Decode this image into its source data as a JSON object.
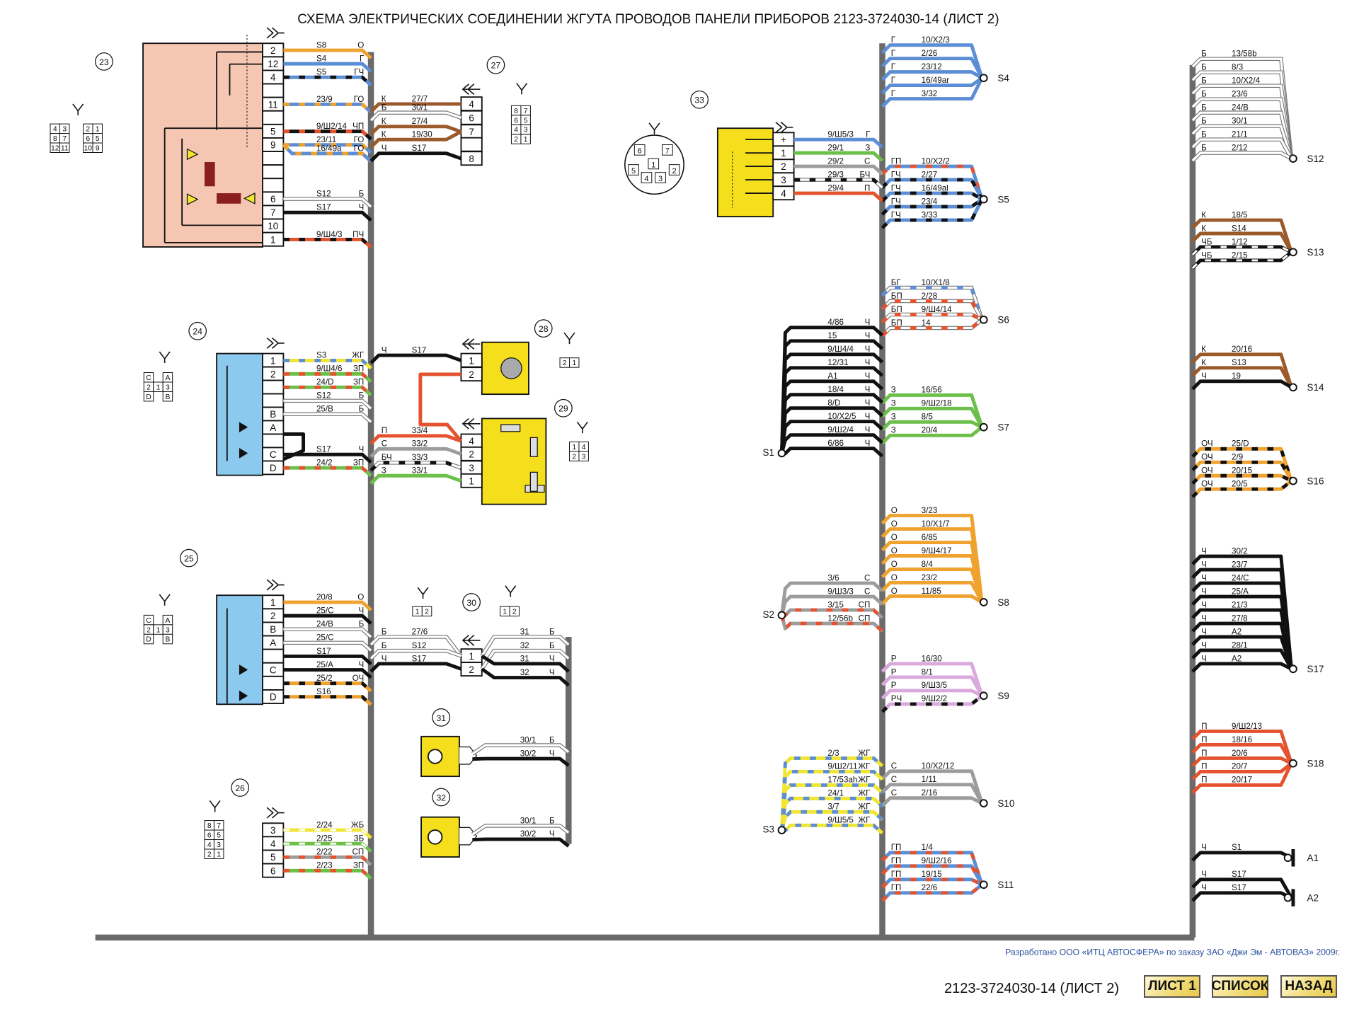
{
  "title": "СХЕМА ЭЛЕКТРИЧЕСКИХ СОЕДИНЕНИИ ЖГУТА ПРОВОДОВ ПАНЕЛИ ПРИБОРОВ  2123-3724030-14 (ЛИСТ 2)",
  "credit": "Разработано ООО «ИТЦ АВТОСФЕРА» по заказу ЗАО «Джи Эм - АВТОВАЗ» 2009г.",
  "sheet_label": "2123-3724030-14 (ЛИСТ 2)",
  "nav": {
    "sheet1": "ЛИСТ 1",
    "list": "СПИСОК",
    "back": "НАЗАД"
  },
  "wire_colors": {
    "О": "#f0a22e",
    "Г": "#5b8ed4",
    "Ч": "#111111",
    "Б": "#ffffff",
    "К": "#9a5a2a",
    "З": "#6cc04a",
    "С": "#9c9c9c",
    "П": "#e4522e",
    "Ж": "#f2e531",
    "Р": "#d9a9dc"
  },
  "component_colors": {
    "c23": "#f5c6b2",
    "c24": "#8cc9ee",
    "yellow": "#f5df1c"
  },
  "splices_mid_right": [
    {
      "name": "S4",
      "wires": [
        {
          "code": "Г",
          "label": "10/X2/3"
        },
        {
          "code": "Г",
          "label": "2/26"
        },
        {
          "code": "Г",
          "label": "23/12"
        },
        {
          "code": "Г",
          "label": "16/49ar"
        },
        {
          "code": "Г",
          "label": "3/32"
        }
      ]
    },
    {
      "name": "S5",
      "wires": [
        {
          "code": "ГП",
          "label": "10/X2/2"
        },
        {
          "code": "ГЧ",
          "label": "2/27"
        },
        {
          "code": "ГЧ",
          "label": "16/49al"
        },
        {
          "code": "ГЧ",
          "label": "23/4"
        },
        {
          "code": "ГЧ",
          "label": "3/33"
        }
      ]
    },
    {
      "name": "S6",
      "wires": [
        {
          "code": "БГ",
          "label": "10/X1/8"
        },
        {
          "code": "БП",
          "label": "2/28"
        },
        {
          "code": "БП",
          "label": "9/Ш4/14"
        },
        {
          "code": "БП",
          "label": "14"
        }
      ]
    },
    {
      "name": "S7",
      "wires": [
        {
          "code": "З",
          "label": "16/56"
        },
        {
          "code": "З",
          "label": "9/Ш2/18"
        },
        {
          "code": "З",
          "label": "8/5"
        },
        {
          "code": "З",
          "label": "20/4"
        }
      ]
    },
    {
      "name": "S8",
      "wires": [
        {
          "code": "О",
          "label": "3/23"
        },
        {
          "code": "О",
          "label": "10/X1/7"
        },
        {
          "code": "О",
          "label": "6/85"
        },
        {
          "code": "О",
          "label": "9/Ш4/17"
        },
        {
          "code": "О",
          "label": "8/4"
        },
        {
          "code": "О",
          "label": "23/2"
        },
        {
          "code": "О",
          "label": "11/85"
        }
      ]
    },
    {
      "name": "S9",
      "wires": [
        {
          "code": "Р",
          "label": "16/30"
        },
        {
          "code": "Р",
          "label": "8/1"
        },
        {
          "code": "Р",
          "label": "9/Ш3/5"
        },
        {
          "code": "РЧ",
          "label": "9/Ш2/2"
        }
      ]
    },
    {
      "name": "S10",
      "wires": [
        {
          "code": "С",
          "label": "10/X2/12"
        },
        {
          "code": "С",
          "label": "1/11"
        },
        {
          "code": "С",
          "label": "2/16"
        }
      ]
    },
    {
      "name": "S11",
      "wires": [
        {
          "code": "ГП",
          "label": "1/4"
        },
        {
          "code": "ГП",
          "label": "9/Ш2/16"
        },
        {
          "code": "ГП",
          "label": "19/15"
        },
        {
          "code": "ГП",
          "label": "22/6"
        }
      ]
    }
  ],
  "splices_far_right": [
    {
      "name": "S12",
      "wires": [
        {
          "code": "Б",
          "label": "13/58b"
        },
        {
          "code": "Б",
          "label": "8/3"
        },
        {
          "code": "Б",
          "label": "10/X2/4"
        },
        {
          "code": "Б",
          "label": "23/6"
        },
        {
          "code": "Б",
          "label": "24/B"
        },
        {
          "code": "Б",
          "label": "30/1"
        },
        {
          "code": "Б",
          "label": "21/1"
        },
        {
          "code": "Б",
          "label": "2/12"
        }
      ]
    },
    {
      "name": "S13",
      "wires": [
        {
          "code": "К",
          "label": "18/5"
        },
        {
          "code": "К",
          "label": "S14"
        },
        {
          "code": "ЧБ",
          "label": "1/12"
        },
        {
          "code": "ЧБ",
          "label": "2/15"
        }
      ]
    },
    {
      "name": "S14",
      "wires": [
        {
          "code": "К",
          "label": "20/16"
        },
        {
          "code": "К",
          "label": "S13"
        },
        {
          "code": "Ч",
          "label": "19"
        }
      ]
    },
    {
      "name": "S16",
      "wires": [
        {
          "code": "ОЧ",
          "label": "25/D"
        },
        {
          "code": "ОЧ",
          "label": "2/9"
        },
        {
          "code": "ОЧ",
          "label": "20/15"
        },
        {
          "code": "ОЧ",
          "label": "20/5"
        }
      ]
    },
    {
      "name": "S17",
      "wires": [
        {
          "code": "Ч",
          "label": "30/2"
        },
        {
          "code": "Ч",
          "label": "23/7"
        },
        {
          "code": "Ч",
          "label": "24/C"
        },
        {
          "code": "Ч",
          "label": "25/A"
        },
        {
          "code": "Ч",
          "label": "21/3"
        },
        {
          "code": "Ч",
          "label": "27/8"
        },
        {
          "code": "Ч",
          "label": "A2"
        },
        {
          "code": "Ч",
          "label": "28/1"
        },
        {
          "code": "Ч",
          "label": "A2"
        }
      ]
    },
    {
      "name": "S18",
      "wires": [
        {
          "code": "П",
          "label": "9/Ш2/13"
        },
        {
          "code": "П",
          "label": "18/16"
        },
        {
          "code": "П",
          "label": "20/6"
        },
        {
          "code": "П",
          "label": "20/7"
        },
        {
          "code": "П",
          "label": "20/17"
        }
      ]
    },
    {
      "name": "A1",
      "terminal": true,
      "wires": [
        {
          "code": "Ч",
          "label": "S1"
        }
      ]
    },
    {
      "name": "A2",
      "terminal": true,
      "wires": [
        {
          "code": "Ч",
          "label": "S17"
        },
        {
          "code": "Ч",
          "label": "S17"
        }
      ]
    }
  ],
  "splices_mid_left": [
    {
      "name": "S1",
      "wires": [
        {
          "code": "Ч",
          "label": "4/86"
        },
        {
          "code": "Ч",
          "label": "15"
        },
        {
          "code": "Ч",
          "label": "9/Ш4/4"
        },
        {
          "code": "Ч",
          "label": "12/31"
        },
        {
          "code": "Ч",
          "label": "A1"
        },
        {
          "code": "Ч",
          "label": "18/4"
        },
        {
          "code": "Ч",
          "label": "8/D"
        },
        {
          "code": "Ч",
          "label": "10/X2/5"
        },
        {
          "code": "Ч",
          "label": "9/Ш2/4"
        },
        {
          "code": "Ч",
          "label": "6/86"
        }
      ]
    },
    {
      "name": "S2",
      "wires": [
        {
          "code": "С",
          "label": "3/6"
        },
        {
          "code": "С",
          "label": "9/Ш3/3"
        },
        {
          "code": "СП",
          "label": "3/15"
        },
        {
          "code": "СП",
          "label": "12/56b"
        }
      ]
    },
    {
      "name": "S3",
      "wires": [
        {
          "code": "ЖГ",
          "label": "2/3"
        },
        {
          "code": "ЖГ",
          "label": "9/Ш2/11"
        },
        {
          "code": "ЖГ",
          "label": "17/53ah"
        },
        {
          "code": "ЖГ",
          "label": "24/1"
        },
        {
          "code": "ЖГ",
          "label": "3/7"
        },
        {
          "code": "ЖГ",
          "label": "9/Ш5/5"
        }
      ]
    }
  ],
  "connectors": {
    "c23": {
      "number": "23",
      "pins": [
        "2",
        "12",
        "4",
        "",
        "11",
        "",
        "5",
        "9",
        "",
        "",
        "",
        "6",
        "7",
        "10",
        "1"
      ],
      "wires": [
        {
          "row": 0,
          "code": "О",
          "label": "S8"
        },
        {
          "row": 1,
          "code": "Г",
          "label": "S4"
        },
        {
          "row": 2,
          "code": "ГЧ",
          "label": "S5"
        },
        {
          "row": 4,
          "code": "ГО",
          "label": "23/9"
        },
        {
          "row": 6,
          "code": "ЧП",
          "label": "9/Ш2/14"
        },
        {
          "row": 7,
          "code": "ГО",
          "label": "23/11"
        },
        {
          "row": 7,
          "code": "ГО",
          "label": "16/49a"
        },
        {
          "row": 11,
          "code": "Б",
          "label": "S12"
        },
        {
          "row": 12,
          "code": "Ч",
          "label": "S17"
        },
        {
          "row": 14,
          "code": "ПЧ",
          "label": "9/Ш4/3"
        }
      ],
      "face": [
        [
          [
            "4",
            "3"
          ],
          [
            "8",
            "7"
          ],
          [
            "12",
            "11"
          ]
        ],
        [
          [
            "2",
            "1"
          ],
          [
            "6",
            "5"
          ],
          [
            "10",
            "9"
          ]
        ]
      ]
    },
    "c24": {
      "number": "24",
      "pins": [
        "1",
        "2",
        "",
        "",
        "B",
        "A",
        "",
        "C",
        "D"
      ],
      "wires": [
        {
          "row": 0,
          "code": "ЖГ",
          "label": "S3"
        },
        {
          "row": 1,
          "code": "ЗП",
          "label": "9/Ш4/6"
        },
        {
          "row": 2,
          "code": "ЗП",
          "label": "24/D"
        },
        {
          "row": 3,
          "code": "Б",
          "label": "S12"
        },
        {
          "row": 4,
          "code": "Б",
          "label": "25/B"
        },
        {
          "row": 7,
          "code": "Ч",
          "label": "S17"
        },
        {
          "row": 8,
          "code": "ЗП",
          "label": "24/2"
        }
      ],
      "face": [
        [
          "C",
          "",
          "A"
        ],
        [
          "2",
          "1",
          "3"
        ],
        [
          "D",
          "",
          "B"
        ]
      ]
    },
    "c25": {
      "number": "25",
      "pins": [
        "1",
        "2",
        "B",
        "A",
        "",
        "C",
        "",
        "D"
      ],
      "wires": [
        {
          "row": 0,
          "code": "О",
          "label": "20/8"
        },
        {
          "row": 1,
          "code": "Ч",
          "label": "25/C"
        },
        {
          "row": 2,
          "code": "Б",
          "label": "24/B"
        },
        {
          "row": 3,
          "code": "",
          "color": "Б",
          "label": "25/C"
        },
        {
          "row": 4,
          "code": "",
          "color": "Ч",
          "label": "S17"
        },
        {
          "row": 5,
          "code": "Ч",
          "label": "25/A"
        },
        {
          "row": 6,
          "code": "ОЧ",
          "label": "25/2"
        },
        {
          "row": 7,
          "code": "",
          "color": "ОЧ",
          "label": "S16"
        }
      ],
      "face": [
        [
          "C",
          "",
          "A"
        ],
        [
          "2",
          "1",
          "3"
        ],
        [
          "D",
          "",
          "B"
        ]
      ]
    },
    "c26": {
      "number": "26",
      "pins": [
        "3",
        "4",
        "5",
        "6"
      ],
      "wires": [
        {
          "row": 0,
          "code": "ЖБ",
          "label": "2/24"
        },
        {
          "row": 1,
          "code": "ЗБ",
          "label": "2/25"
        },
        {
          "row": 2,
          "code": "СП",
          "label": "2/22"
        },
        {
          "row": 3,
          "code": "ЗП",
          "label": "2/23"
        }
      ],
      "face": [
        [
          "8",
          "7"
        ],
        [
          "6",
          "5"
        ],
        [
          "4",
          "3"
        ],
        [
          "2",
          "1"
        ]
      ]
    },
    "c27": {
      "number": "27",
      "pins": [
        "4",
        "6",
        "7",
        "",
        "8"
      ],
      "wires": [
        {
          "row": 0,
          "code": "К",
          "label": "27/7"
        },
        {
          "row": 1,
          "code": "Б",
          "label": "30/1"
        },
        {
          "row": 2,
          "code": "К",
          "label": "27/4"
        },
        {
          "row": 2,
          "code": "К",
          "label": "19/30"
        },
        {
          "row": 4,
          "code": "Ч",
          "label": "S17"
        }
      ],
      "face": [
        [
          "8",
          "7"
        ],
        [
          "6",
          "5"
        ],
        [
          "4",
          "3"
        ],
        [
          "2",
          "1"
        ]
      ]
    },
    "c28": {
      "number": "28",
      "pins": [
        "1",
        "2"
      ],
      "wires": [
        {
          "row": 0,
          "code": "Ч",
          "label": "S17"
        }
      ],
      "face": [
        [
          "2",
          "1"
        ]
      ]
    },
    "c29": {
      "number": "29",
      "pins": [
        "4",
        "2",
        "3",
        "1"
      ],
      "wires": [
        {
          "row": 0,
          "code": "П",
          "label": "33/4"
        },
        {
          "row": 1,
          "code": "С",
          "label": "33/2"
        },
        {
          "row": 2,
          "code": "БЧ",
          "label": "33/3"
        },
        {
          "row": 3,
          "code": "З",
          "label": "33/1"
        }
      ],
      "face": [
        [
          "1",
          "4"
        ],
        [
          "2",
          "3"
        ]
      ]
    },
    "c30": {
      "number": "30",
      "pins": [
        "1",
        "2"
      ],
      "wires_in": [
        {
          "code": "Б",
          "label": "27/6"
        },
        {
          "code": "Б",
          "label": "S12"
        },
        {
          "code": "Ч",
          "label": "S17"
        }
      ],
      "wires_out": [
        {
          "code": "Б",
          "label": "31"
        },
        {
          "code": "Б",
          "label": "32"
        },
        {
          "code": "Ч",
          "label": "31"
        },
        {
          "code": "Ч",
          "label": "32"
        }
      ],
      "faces": [
        [
          "1",
          "2"
        ],
        [
          "2",
          "1"
        ]
      ]
    },
    "c31": {
      "number": "31",
      "wires": [
        {
          "code": "Б",
          "label": "30/1"
        },
        {
          "code": "Ч",
          "label": "30/2"
        }
      ]
    },
    "c32": {
      "number": "32",
      "wires": [
        {
          "code": "Б",
          "label": "30/1"
        },
        {
          "code": "Ч",
          "label": "30/2"
        }
      ]
    },
    "c33": {
      "number": "33",
      "pins": [
        "+",
        "1",
        "2",
        "3",
        "4"
      ],
      "wires": [
        {
          "row": 0,
          "code": "Г",
          "label": "9/Ш5/3"
        },
        {
          "row": 1,
          "code": "З",
          "label": "29/1"
        },
        {
          "row": 2,
          "code": "С",
          "label": "29/2"
        },
        {
          "row": 3,
          "code": "БЧ",
          "label": "29/3"
        },
        {
          "row": 4,
          "code": "П",
          "label": "29/4"
        }
      ],
      "face": [
        "6",
        "7",
        "1",
        "5",
        "4",
        "3",
        "2"
      ]
    }
  }
}
